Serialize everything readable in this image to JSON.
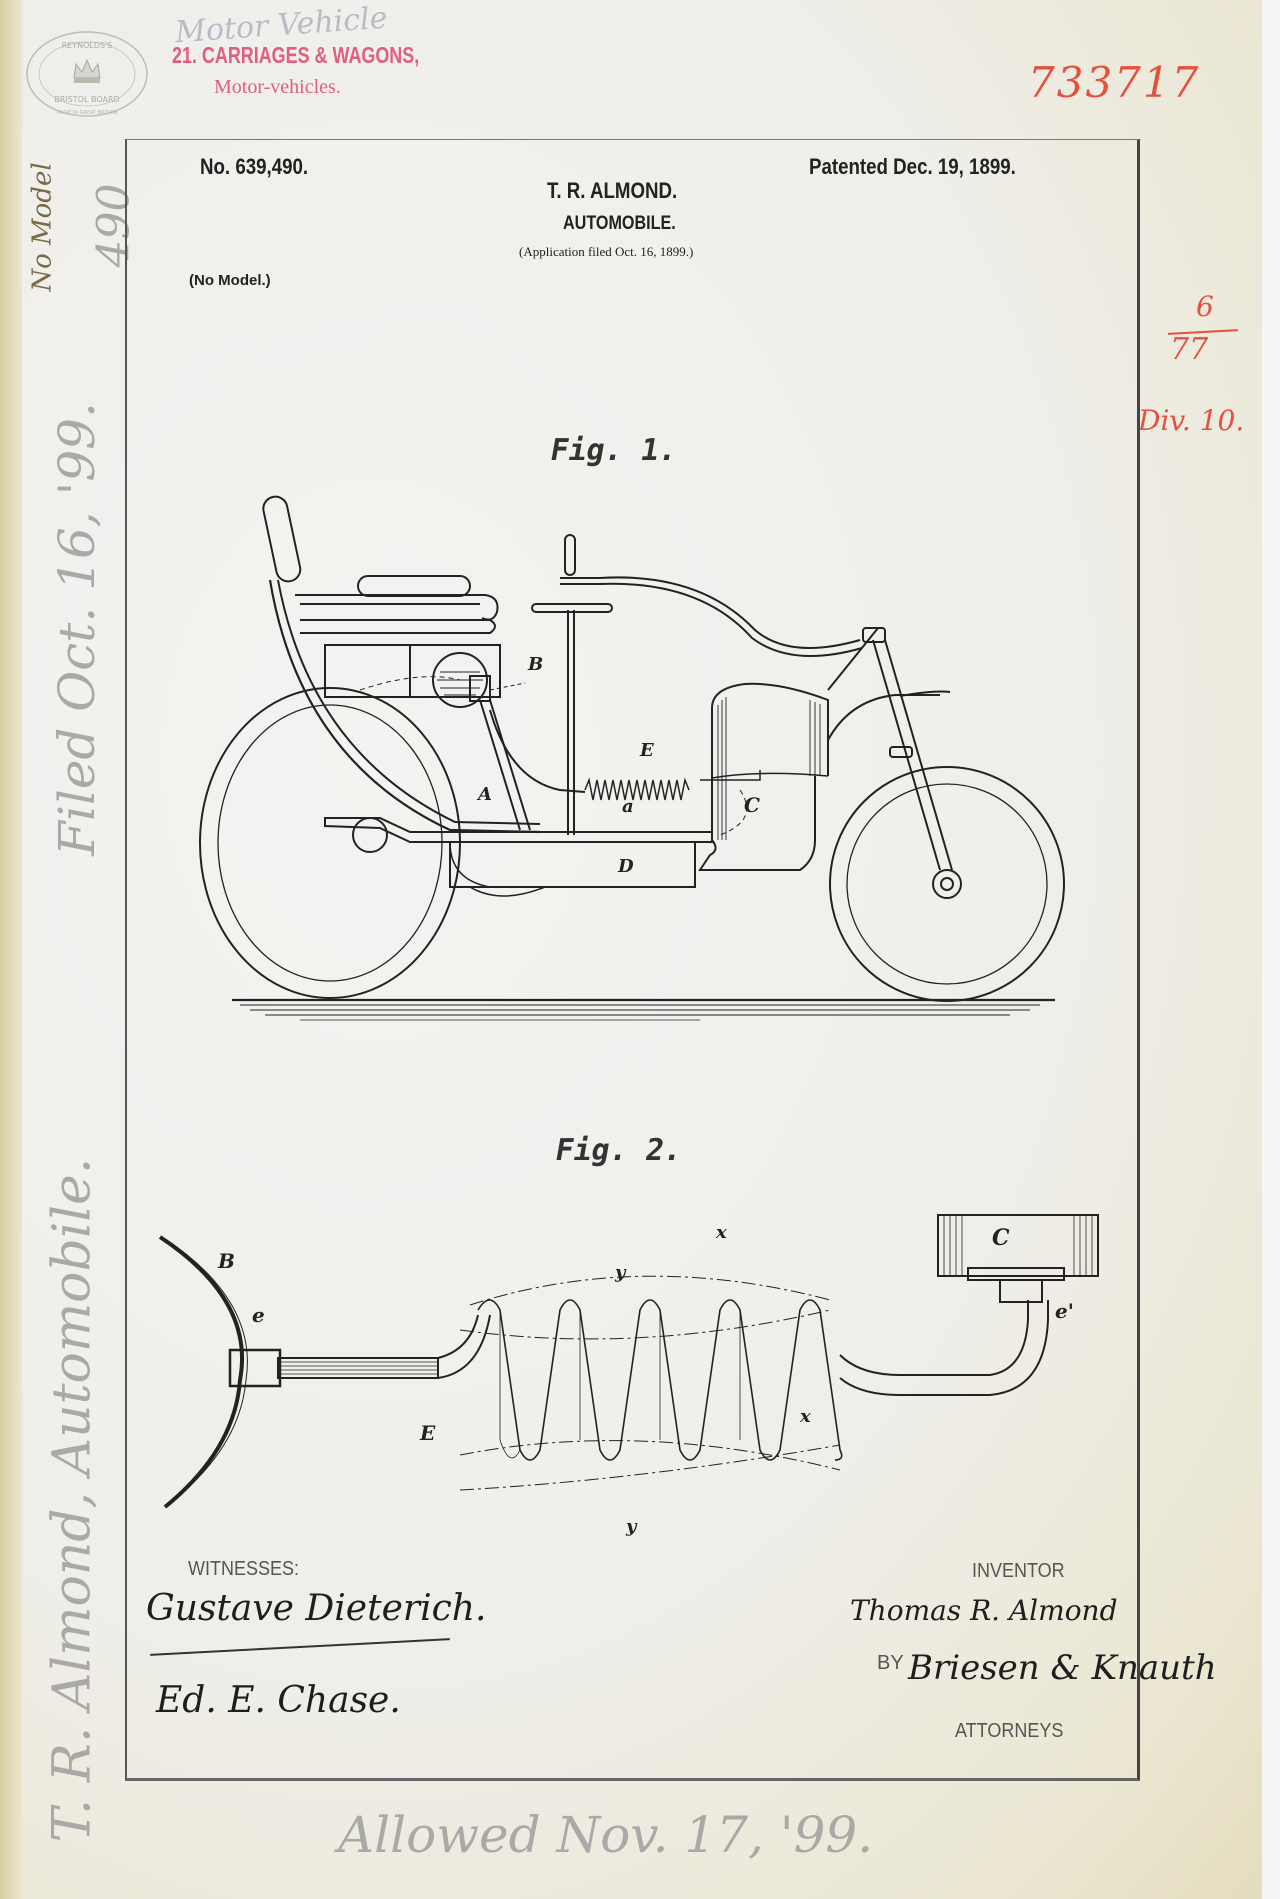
{
  "stamp": {
    "seal_text_top": "REYNOLDS'S",
    "seal_text_bottom": "BRISTOL BOARD",
    "seal_text_made": "MADE IN GREAT BRITAIN",
    "class_line": "21. CARRIAGES & WAGONS,",
    "subclass_line": "Motor-vehicles."
  },
  "annotations": {
    "pencil_top": "Motor Vehicle",
    "red_number_top": "733717",
    "red_fraction_num": "6",
    "red_fraction_den": "77",
    "red_division": "Div. 10.",
    "pencil_left_no_model": "No Model",
    "pencil_left_490": "490",
    "pencil_left_filed": "Filed Oct. 16, '99.",
    "pencil_left_title": "T. R. Almond, Automobile.",
    "pencil_bottom_allowed": "Allowed Nov. 17, '99."
  },
  "header": {
    "patent_number": "No. 639,490.",
    "patented_date": "Patented Dec. 19, 1899.",
    "inventor_name": "T. R. ALMOND.",
    "title": "AUTOMOBILE.",
    "application_filed": "(Application filed Oct. 16, 1899.)",
    "model_note": "(No Model.)"
  },
  "figures": {
    "fig1": {
      "caption": "Fig. 1.",
      "labels": {
        "A": "A",
        "B": "B",
        "C": "C",
        "D": "D",
        "E": "E",
        "a": "a"
      }
    },
    "fig2": {
      "caption": "Fig. 2.",
      "labels": {
        "B": "B",
        "C": "C",
        "E": "E",
        "e": "e",
        "e_prime": "e'",
        "x": "x",
        "y": "y"
      }
    }
  },
  "signatures": {
    "witnesses_label": "WITNESSES:",
    "witness_1": "Gustave Dieterich.",
    "witness_2": "Ed. E. Chase.",
    "inventor_label": "INVENTOR",
    "inventor_signature": "Thomas R. Almond",
    "by_label": "BY",
    "attorneys_signature": "Briesen & Knauth",
    "attorneys_label": "ATTORNEYS"
  }
}
